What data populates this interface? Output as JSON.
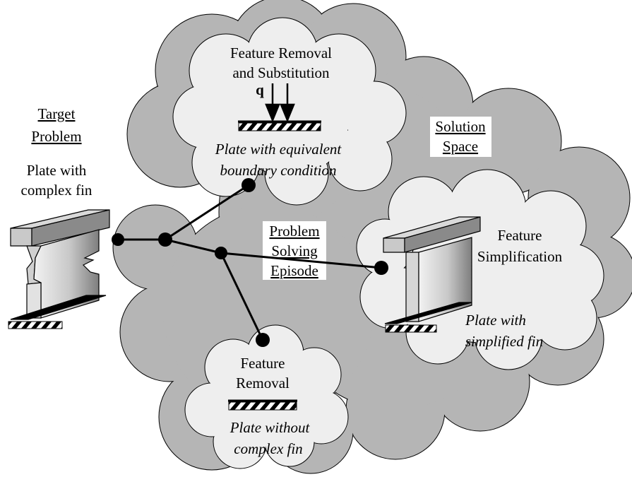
{
  "solution_space": {
    "label_line1": "Solution",
    "label_line2": "Space"
  },
  "target": {
    "heading_line1": "Target",
    "heading_line2": "Problem",
    "desc_line1": "Plate with",
    "desc_line2": "complex fin"
  },
  "episode": {
    "line1": "Problem",
    "line2": "Solving",
    "line3": "Episode"
  },
  "top_cloud": {
    "title_line1": "Feature Removal",
    "title_line2": "and Substitution",
    "load_symbol": "q",
    "caption_line1": "Plate with equivalent",
    "caption_line2": "boundary condition"
  },
  "right_cloud": {
    "title_line1": "Feature",
    "title_line2": "Simplification",
    "caption_line1": "Plate with",
    "caption_line2": "simplified fin"
  },
  "bottom_cloud": {
    "title_line1": "Feature",
    "title_line2": "Removal",
    "caption_line1": "Plate without",
    "caption_line2": "complex fin"
  },
  "colors": {
    "outer_cloud": "#b5b5b5",
    "inner_cloud": "#eeeeee",
    "beam_light": "#d4d4d4",
    "beam_dark": "#8a8a8a",
    "ink": "#000000"
  }
}
